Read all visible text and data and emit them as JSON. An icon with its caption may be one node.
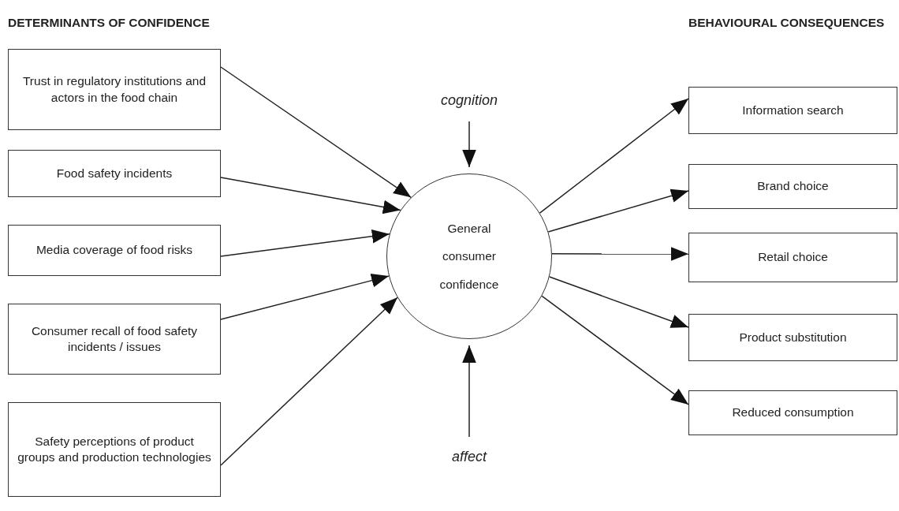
{
  "diagram": {
    "nodes": [
      {
        "text": [
          "Trust in regulatory institutions and actors in the food chain"
        ]
      },
      {
        "text": [
          "Food safety incidents"
        ]
      },
      {
        "text": [
          "Media coverage of food risks"
        ]
      },
      {
        "text": [
          "Consumer recall of food safety incidents / issues"
        ]
      },
      {
        "text": [
          "Safety perceptions of product groups and production technologies"
        ]
      },
      {
        "text": [
          "General consumer confidence"
        ]
      },
      {
        "text": [
          "cognition"
        ]
      },
      {
        "text": [
          "affect"
        ]
      },
      {
        "text": [
          "Information search"
        ]
      },
      {
        "text": [
          "Brand choice"
        ]
      },
      {
        "text": [
          "Retail choice"
        ]
      },
      {
        "text": [
          "Product substitution"
        ]
      },
      {
        "text": [
          "Reduced consumption"
        ]
      }
    ],
    "edges": [
      {
        "from": 0,
        "to": 5,
        "arrow": "to"
      },
      {
        "from": 1,
        "to": 5,
        "arrow": "to"
      },
      {
        "from": 2,
        "to": 5,
        "arrow": "to"
      },
      {
        "from": 3,
        "to": 5,
        "arrow": "to"
      },
      {
        "from": 4,
        "to": 5,
        "arrow": "to"
      },
      {
        "from": 6,
        "to": 5,
        "arrow": "to"
      },
      {
        "from": 7,
        "to": 5,
        "arrow": "to"
      },
      {
        "from": 5,
        "to": 8,
        "arrow": "to"
      },
      {
        "from": 5,
        "to": 9,
        "arrow": "to"
      },
      {
        "from": 5,
        "to": 10,
        "arrow": "to"
      },
      {
        "from": 5,
        "to": 11,
        "arrow": "to"
      },
      {
        "from": 5,
        "to": 12,
        "arrow": "to"
      }
    ],
    "labels": [
      "DETERMINANTS OF CONFIDENCE",
      "BEHAVIOURAL CONSEQUENCES"
    ]
  }
}
